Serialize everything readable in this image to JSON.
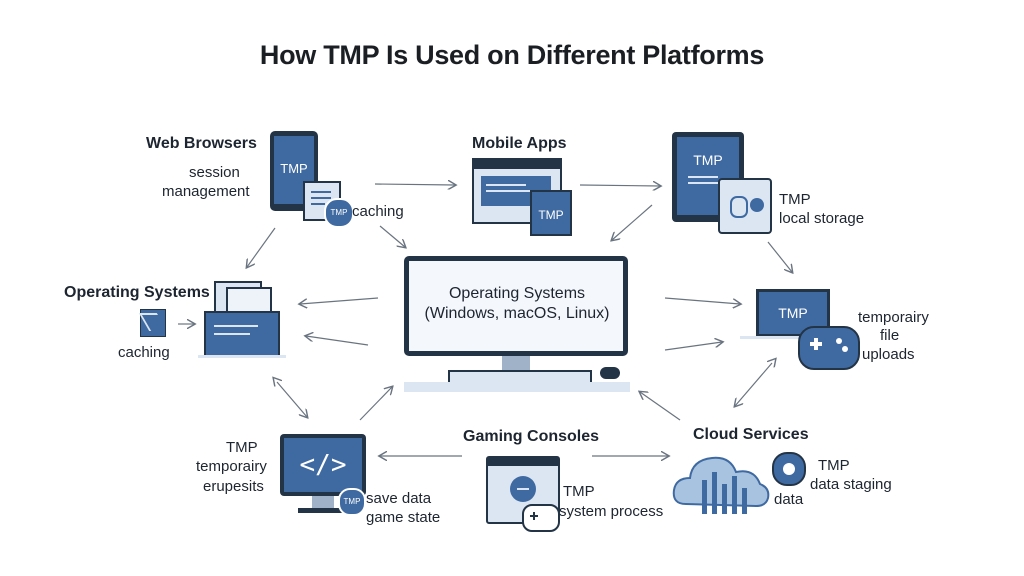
{
  "title": "How TMP Is Used on Different Platforms",
  "colors": {
    "primary": "#3f6aa1",
    "dark": "#233447",
    "light": "#dbe6f2",
    "arrow": "#6a7480"
  },
  "center": {
    "title": "Operating Systems",
    "subtitle": "(Windows, macOS, Linux)",
    "icon": "desktop-monitor-icon"
  },
  "web_browsers": {
    "title": "Web Browsers",
    "note1": "session",
    "note2": "management",
    "badge": "TMP",
    "mini_badge": "TMP",
    "caching": "caching",
    "icon": "tablet-icon"
  },
  "mobile_apps": {
    "title": "Mobile Apps",
    "badge": "TMP",
    "icon": "app-window-icon"
  },
  "top_right": {
    "badge": "TMP",
    "line1": "TMP",
    "line2": "local storage",
    "icon": "tablet-storage-icon"
  },
  "os_left": {
    "title": "Operating Systems",
    "caching": "caching",
    "icon": "documents-icon"
  },
  "right_uploads": {
    "badge": "TMP",
    "line1": "temporairy",
    "line2": "file",
    "line3": "uploads",
    "icon": "gamepad-icon"
  },
  "bottom_left": {
    "line1": "TMP",
    "line2": "temporairy",
    "line3": "erupesits",
    "badge": "TMP",
    "save1": "save data",
    "save2": "game state",
    "icon": "code-monitor-icon"
  },
  "gaming": {
    "title": "Gaming Consoles",
    "line1": "TMP",
    "line2": "system process",
    "icon": "console-icon"
  },
  "cloud": {
    "title": "Cloud Services",
    "data": "data",
    "line1": "TMP",
    "line2": "data staging",
    "icon": "cloud-icon"
  }
}
